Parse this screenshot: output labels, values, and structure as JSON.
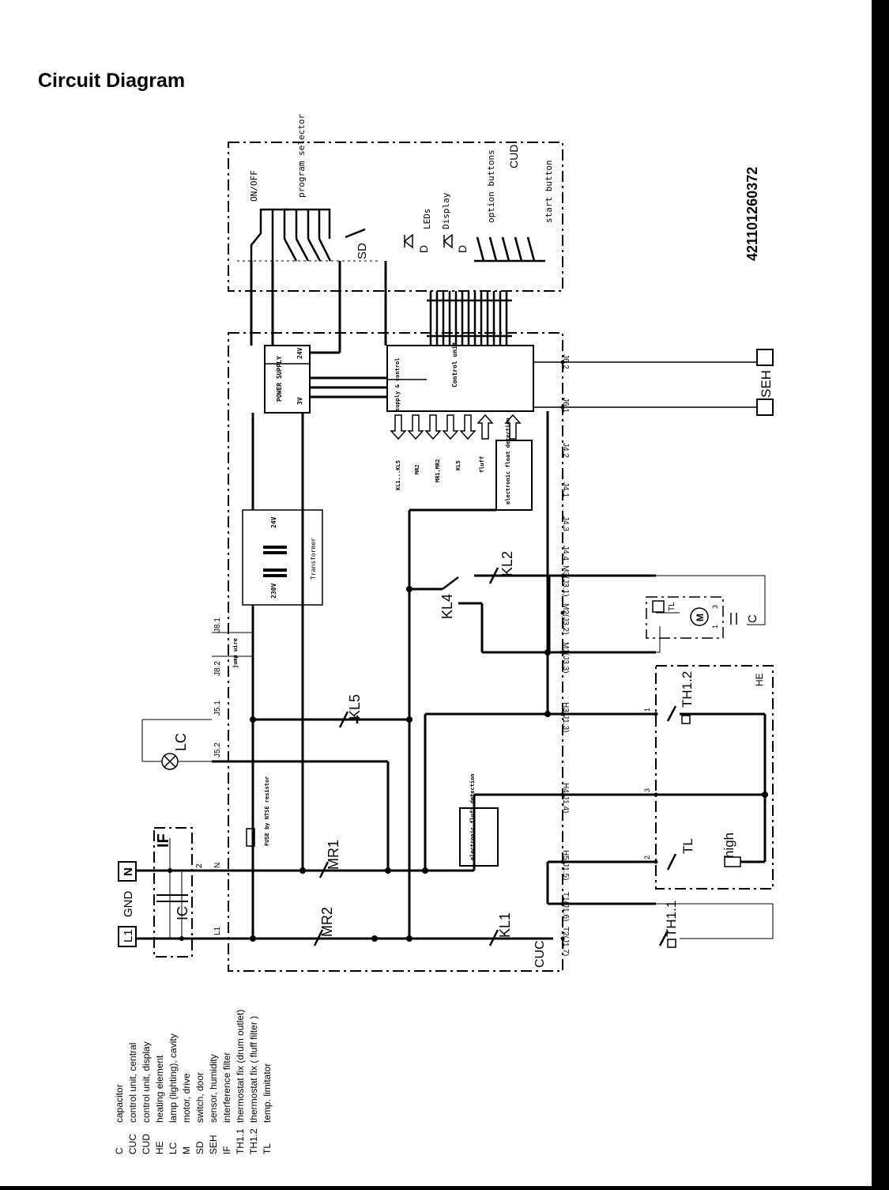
{
  "title": "Circuit Diagram",
  "part_number": "421101260372",
  "terminals": {
    "l1": "L1",
    "gnd": "GND",
    "n": "N",
    "seh": "SEH"
  },
  "blocks": {
    "if": "IF",
    "ic": "IC",
    "cuc": "CUC",
    "cud": "CUD",
    "he": "HE",
    "power_supply": "POWER SUPPLY",
    "ps_3v": "3V",
    "ps_24v": "24V",
    "transformer": "Transformer",
    "tr_230v": "230V",
    "tr_24v": "24V",
    "control_unit": "Control unit",
    "supply_control": "supply & control",
    "fluff_detection": "electronic fluff detection",
    "float_detection": "electronic float detection",
    "fuse": "FUSE by NTSE resistor",
    "jump_wire": "jump wire"
  },
  "cud_labels": {
    "on_off": "ON/OFF",
    "program_selector": "program selector",
    "sd": "SD",
    "leds": "LEDs",
    "display": "Display",
    "option_buttons": "option buttons",
    "start_button": "start button",
    "d1": "D",
    "d2": "D"
  },
  "outputs": [
    "KL1...KL5",
    "MR2",
    "MR1,MR2",
    "KL5",
    "fluff"
  ],
  "components": {
    "lc": "LC",
    "kl5": "KL5",
    "mr1": "MR1",
    "mr2": "MR2",
    "kl1": "KL1",
    "kl4": "KL4",
    "kl2": "KL2",
    "th12": "TH1.2",
    "th11": "TH1.1",
    "tl": "TL",
    "high": "high",
    "c": "C",
    "m": "M",
    "tl_small": "TL",
    "num1": "1",
    "num3": "3",
    "num2": "2",
    "motor_1": "1",
    "motor_3": "3"
  },
  "connectors": {
    "j81": "J8.1",
    "j82": "J8.2",
    "j51": "J5.1",
    "j52": "J5.2",
    "l1": "L1",
    "n": "N",
    "n2": "2",
    "j62": "J6.2",
    "j61": "J6.1",
    "j42": "J4.2",
    "j41": "J4.1",
    "j43": "J4.3",
    "j44": "J4.4",
    "m3": "M3(J3.1)",
    "m2": "M2(J3.2)",
    "m1": "M1(J3.3)",
    "h3": "H3(J1.3)",
    "h4": "H4(J1.4)",
    "h5": "H5(J1.5)",
    "t1": "T1(J1.6)",
    "t2": "T2(J1.7)"
  },
  "legend": [
    {
      "code": "C",
      "desc": "capacitor"
    },
    {
      "code": "CUC",
      "desc": "control unit, central"
    },
    {
      "code": "CUD",
      "desc": "control unit, display"
    },
    {
      "code": "HE",
      "desc": "heating element"
    },
    {
      "code": "LC",
      "desc": "lamp (lighting), cavity"
    },
    {
      "code": "M",
      "desc": "motor, drive"
    },
    {
      "code": "SD",
      "desc": "switch, door"
    },
    {
      "code": "SEH",
      "desc": "sensor, humidity"
    },
    {
      "code": "IF",
      "desc": "interference filter"
    },
    {
      "code": "TH1.1",
      "desc": "thermostat fix (drum outlet)"
    },
    {
      "code": "TH1.2",
      "desc": "thermostat fix ( fluff filter )"
    },
    {
      "code": "TL",
      "desc": "temp. limitator"
    }
  ]
}
